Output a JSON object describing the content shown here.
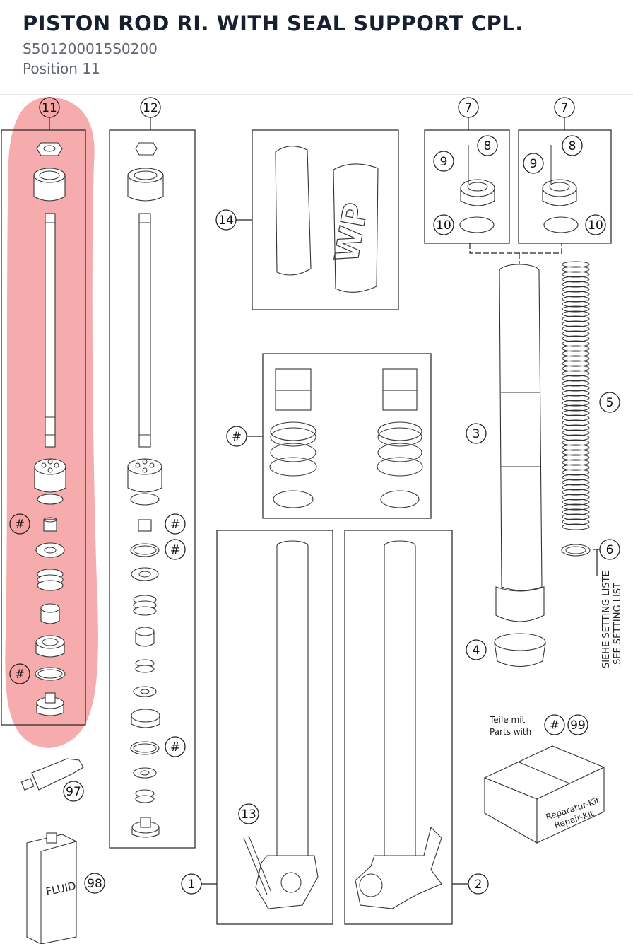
{
  "header": {
    "title": "PISTON ROD RI. WITH SEAL SUPPORT CPL.",
    "part_number": "S501200015S0200",
    "position": "Position 11"
  },
  "highlight_color": "#f5a3a3",
  "callouts": {
    "c11": "11",
    "c12": "12",
    "c14": "14",
    "c7a": "7",
    "c7b": "7",
    "c8a": "8",
    "c8b": "8",
    "c9a": "9",
    "c9b": "9",
    "c10a": "10",
    "c10b": "10",
    "c5": "5",
    "c3": "3",
    "c6": "6",
    "c4": "4",
    "c_hash_center": "#",
    "c_hash_l1": "#",
    "c_hash_l2": "#",
    "c_hash_r1": "#",
    "c_hash_r2": "#",
    "c_hash_r3": "#",
    "c97": "97",
    "c98": "98",
    "c13": "13",
    "c1": "1",
    "c2": "2",
    "c_hash_kit": "#",
    "c99": "99"
  },
  "notes": {
    "setting_de": "SIEHE SETTING LISTE",
    "setting_en": "SEE SETTING LIST",
    "parts_de": "Teile mit",
    "parts_en": "Parts with",
    "kit_de": "Reparatur-Kit",
    "kit_en": "Repair-Kit",
    "fluid": "FLUID",
    "brand": "WP"
  }
}
